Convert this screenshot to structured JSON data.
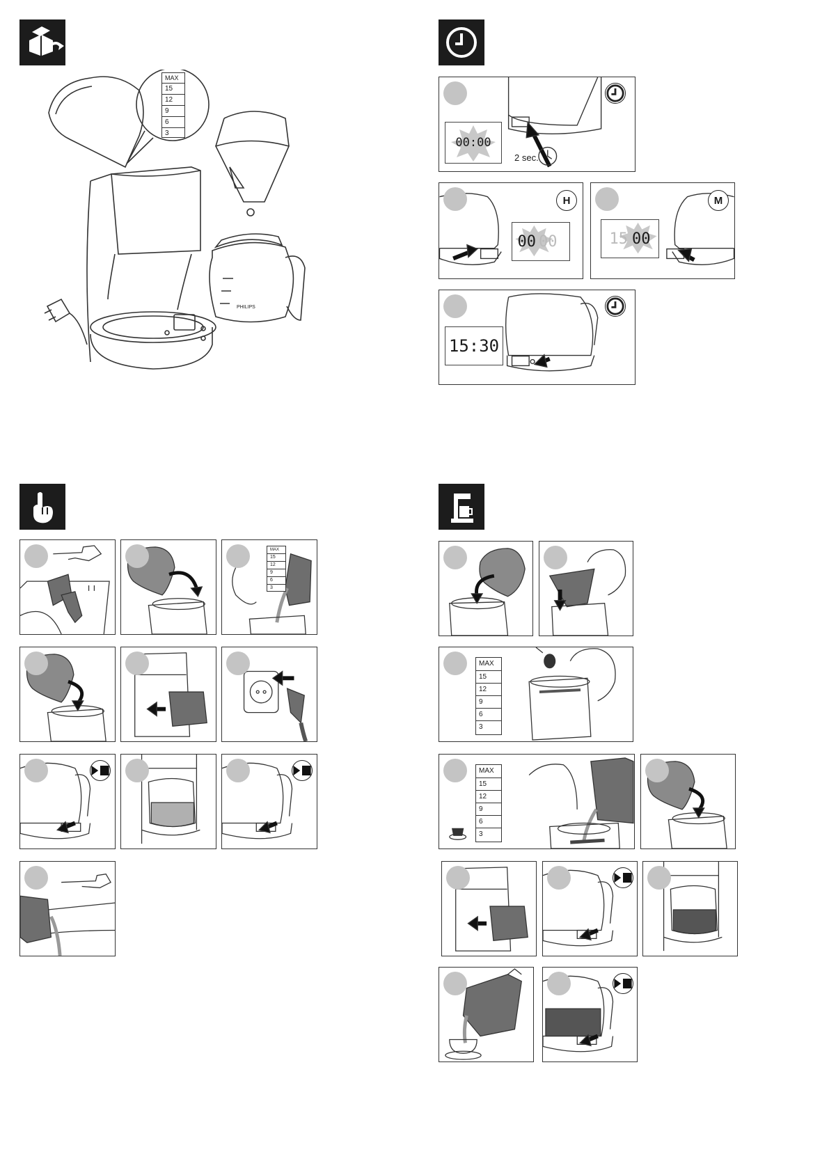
{
  "sections": {
    "unpack": {
      "icon": "unpack-box-icon"
    },
    "timer": {
      "icon": "clock-icon"
    },
    "first_use": {
      "icon": "hand-pointer-icon"
    },
    "brewing": {
      "icon": "coffee-maker-icon"
    }
  },
  "water_scale": {
    "max": "MAX",
    "levels": [
      "15",
      "12",
      "9",
      "6",
      "3"
    ]
  },
  "timer_panels": {
    "set_clock": {
      "display": "00:00",
      "hold_label": "2 sec."
    },
    "hour": {
      "button": "H",
      "display_bright": "00",
      "display_dim": "00"
    },
    "minute": {
      "button": "M",
      "display_dim": "15",
      "display_bright": "00"
    },
    "confirm": {
      "display": "15:30"
    }
  },
  "carafe_brand": "PHILIPS",
  "icons": {
    "clock_button": "clock-icon",
    "play_stop_button": "play-stop-icon"
  },
  "colors": {
    "dark": "#1c1c1c",
    "step_badge": "#c4c4c4",
    "grey_fill": "#8a8a8a",
    "coffee": "#555555"
  }
}
